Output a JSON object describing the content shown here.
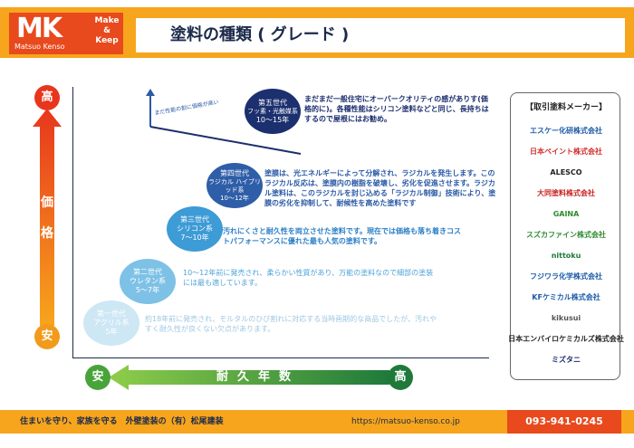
{
  "logo": {
    "mark": "MK",
    "name": "Matsuo Kenso",
    "slogan": "Make & Keep"
  },
  "title": "塗料の種類 ( グレード )",
  "price_axis": {
    "high": "高",
    "label": "価格",
    "low": "安"
  },
  "durability_axis": {
    "low": "安",
    "label": "耐久年数",
    "high": "高"
  },
  "trend_label": "まだ性能の割に価格が高い",
  "generations": [
    {
      "gen": "第一世代",
      "type": "アクリル系",
      "years": "5年",
      "desc": "約18年前に発売され、モルタルのひび割れに対応する当時画期的な商品でしたが、汚れやすく耐久性が良くない欠点があります。"
    },
    {
      "gen": "第二世代",
      "type": "ウレタン系",
      "years": "5〜7年",
      "desc": "10〜12年前に発売され、柔らかい性質があり、万能の塗料なので細部の塗装には最も適しています。"
    },
    {
      "gen": "第三世代",
      "type": "シリコン系",
      "years": "7〜10年",
      "desc": "汚れにくさと耐久性を両立させた塗料です。現在では価格も落ち着きコストパフォーマンスに優れた最も人気の塗料です。"
    },
    {
      "gen": "第四世代",
      "type": "ラジカル ハイブリッド系",
      "years": "10〜12年",
      "desc": "塗膜は、光エネルギーによって分解され、ラジカルを発生します。このラジカル反応は、塗膜内の樹脂を破壊し、劣化を促進させます。ラジカル塗料は、このラジカルを封じ込める「ラジカル制御」技術により、塗膜の劣化を抑制して、耐候性を高めた塗料です"
    },
    {
      "gen": "第五世代",
      "type": "フッ素・光触媒系",
      "years": "10〜15年",
      "desc": "まだまだ一般住宅にオーバークオリティの感がありす(価格的に)。各種性能はシリコン塗料などと同じ、長持ちはするので屋根にはお勧め。"
    }
  ],
  "makers": {
    "title": "【取引塗料メーカー】",
    "items": [
      "エスケー化研株式会社",
      "日本ペイント株式会社",
      "ALESCO",
      "大同塗料株式会社",
      "GAINA",
      "スズカファイン株式会社",
      "nittoku",
      "フジワラ化学株式会社",
      "KFケミカル株式会社",
      "kikusui",
      "日本エンバイロケミカルズ株式会社",
      "ミズタニ"
    ]
  },
  "footer": {
    "slogan": "住まいを守り、家族を守る　外壁塗装の（有）松尾建装",
    "url": "https://matsuo-kenso.co.jp",
    "tel": "093-941-0245"
  }
}
